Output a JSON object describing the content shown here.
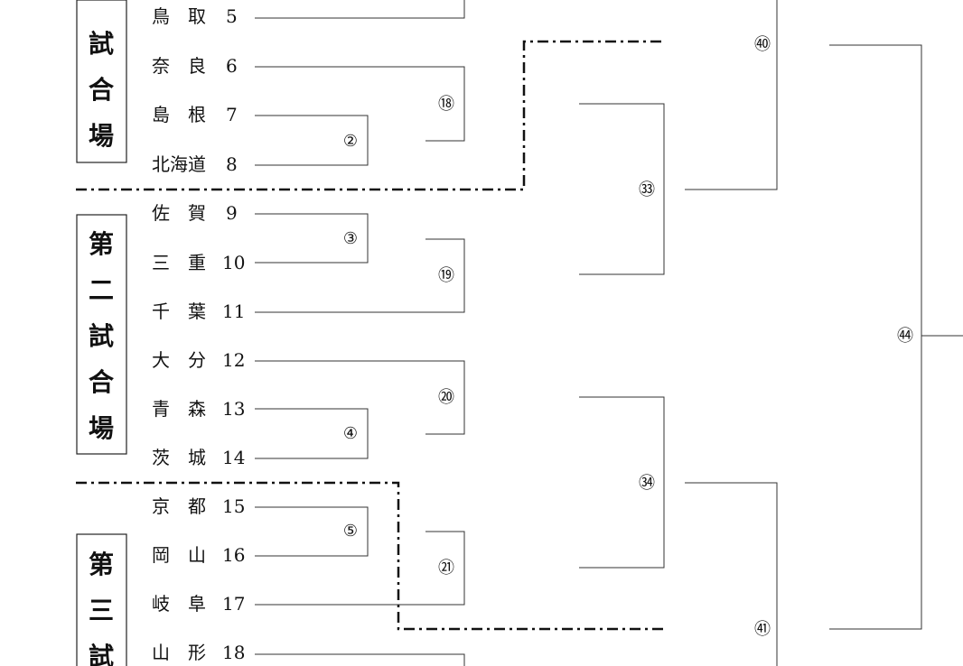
{
  "teams": [
    {
      "pref": "鳥　取",
      "seed": "5"
    },
    {
      "pref": "奈　良",
      "seed": "6"
    },
    {
      "pref": "島　根",
      "seed": "7"
    },
    {
      "pref": "北海道",
      "seed": "8"
    },
    {
      "pref": "佐　賀",
      "seed": "9"
    },
    {
      "pref": "三　重",
      "seed": "10"
    },
    {
      "pref": "千　葉",
      "seed": "11"
    },
    {
      "pref": "大　分",
      "seed": "12"
    },
    {
      "pref": "青　森",
      "seed": "13"
    },
    {
      "pref": "茨　城",
      "seed": "14"
    },
    {
      "pref": "京　都",
      "seed": "15"
    },
    {
      "pref": "岡　山",
      "seed": "16"
    },
    {
      "pref": "岐　阜",
      "seed": "17"
    },
    {
      "pref": "山　形",
      "seed": "18"
    }
  ],
  "venues": [
    {
      "chars": [
        "試",
        "合",
        "場"
      ]
    },
    {
      "chars": [
        "第",
        "二",
        "試",
        "合",
        "場"
      ]
    },
    {
      "chars": [
        "第",
        "三",
        "試"
      ]
    }
  ],
  "matches": [
    "②",
    "③",
    "④",
    "⑤",
    "⑱",
    "⑲",
    "⑳",
    "㉑",
    "㉝",
    "㉞",
    "㊵",
    "㊶",
    "㊹"
  ]
}
